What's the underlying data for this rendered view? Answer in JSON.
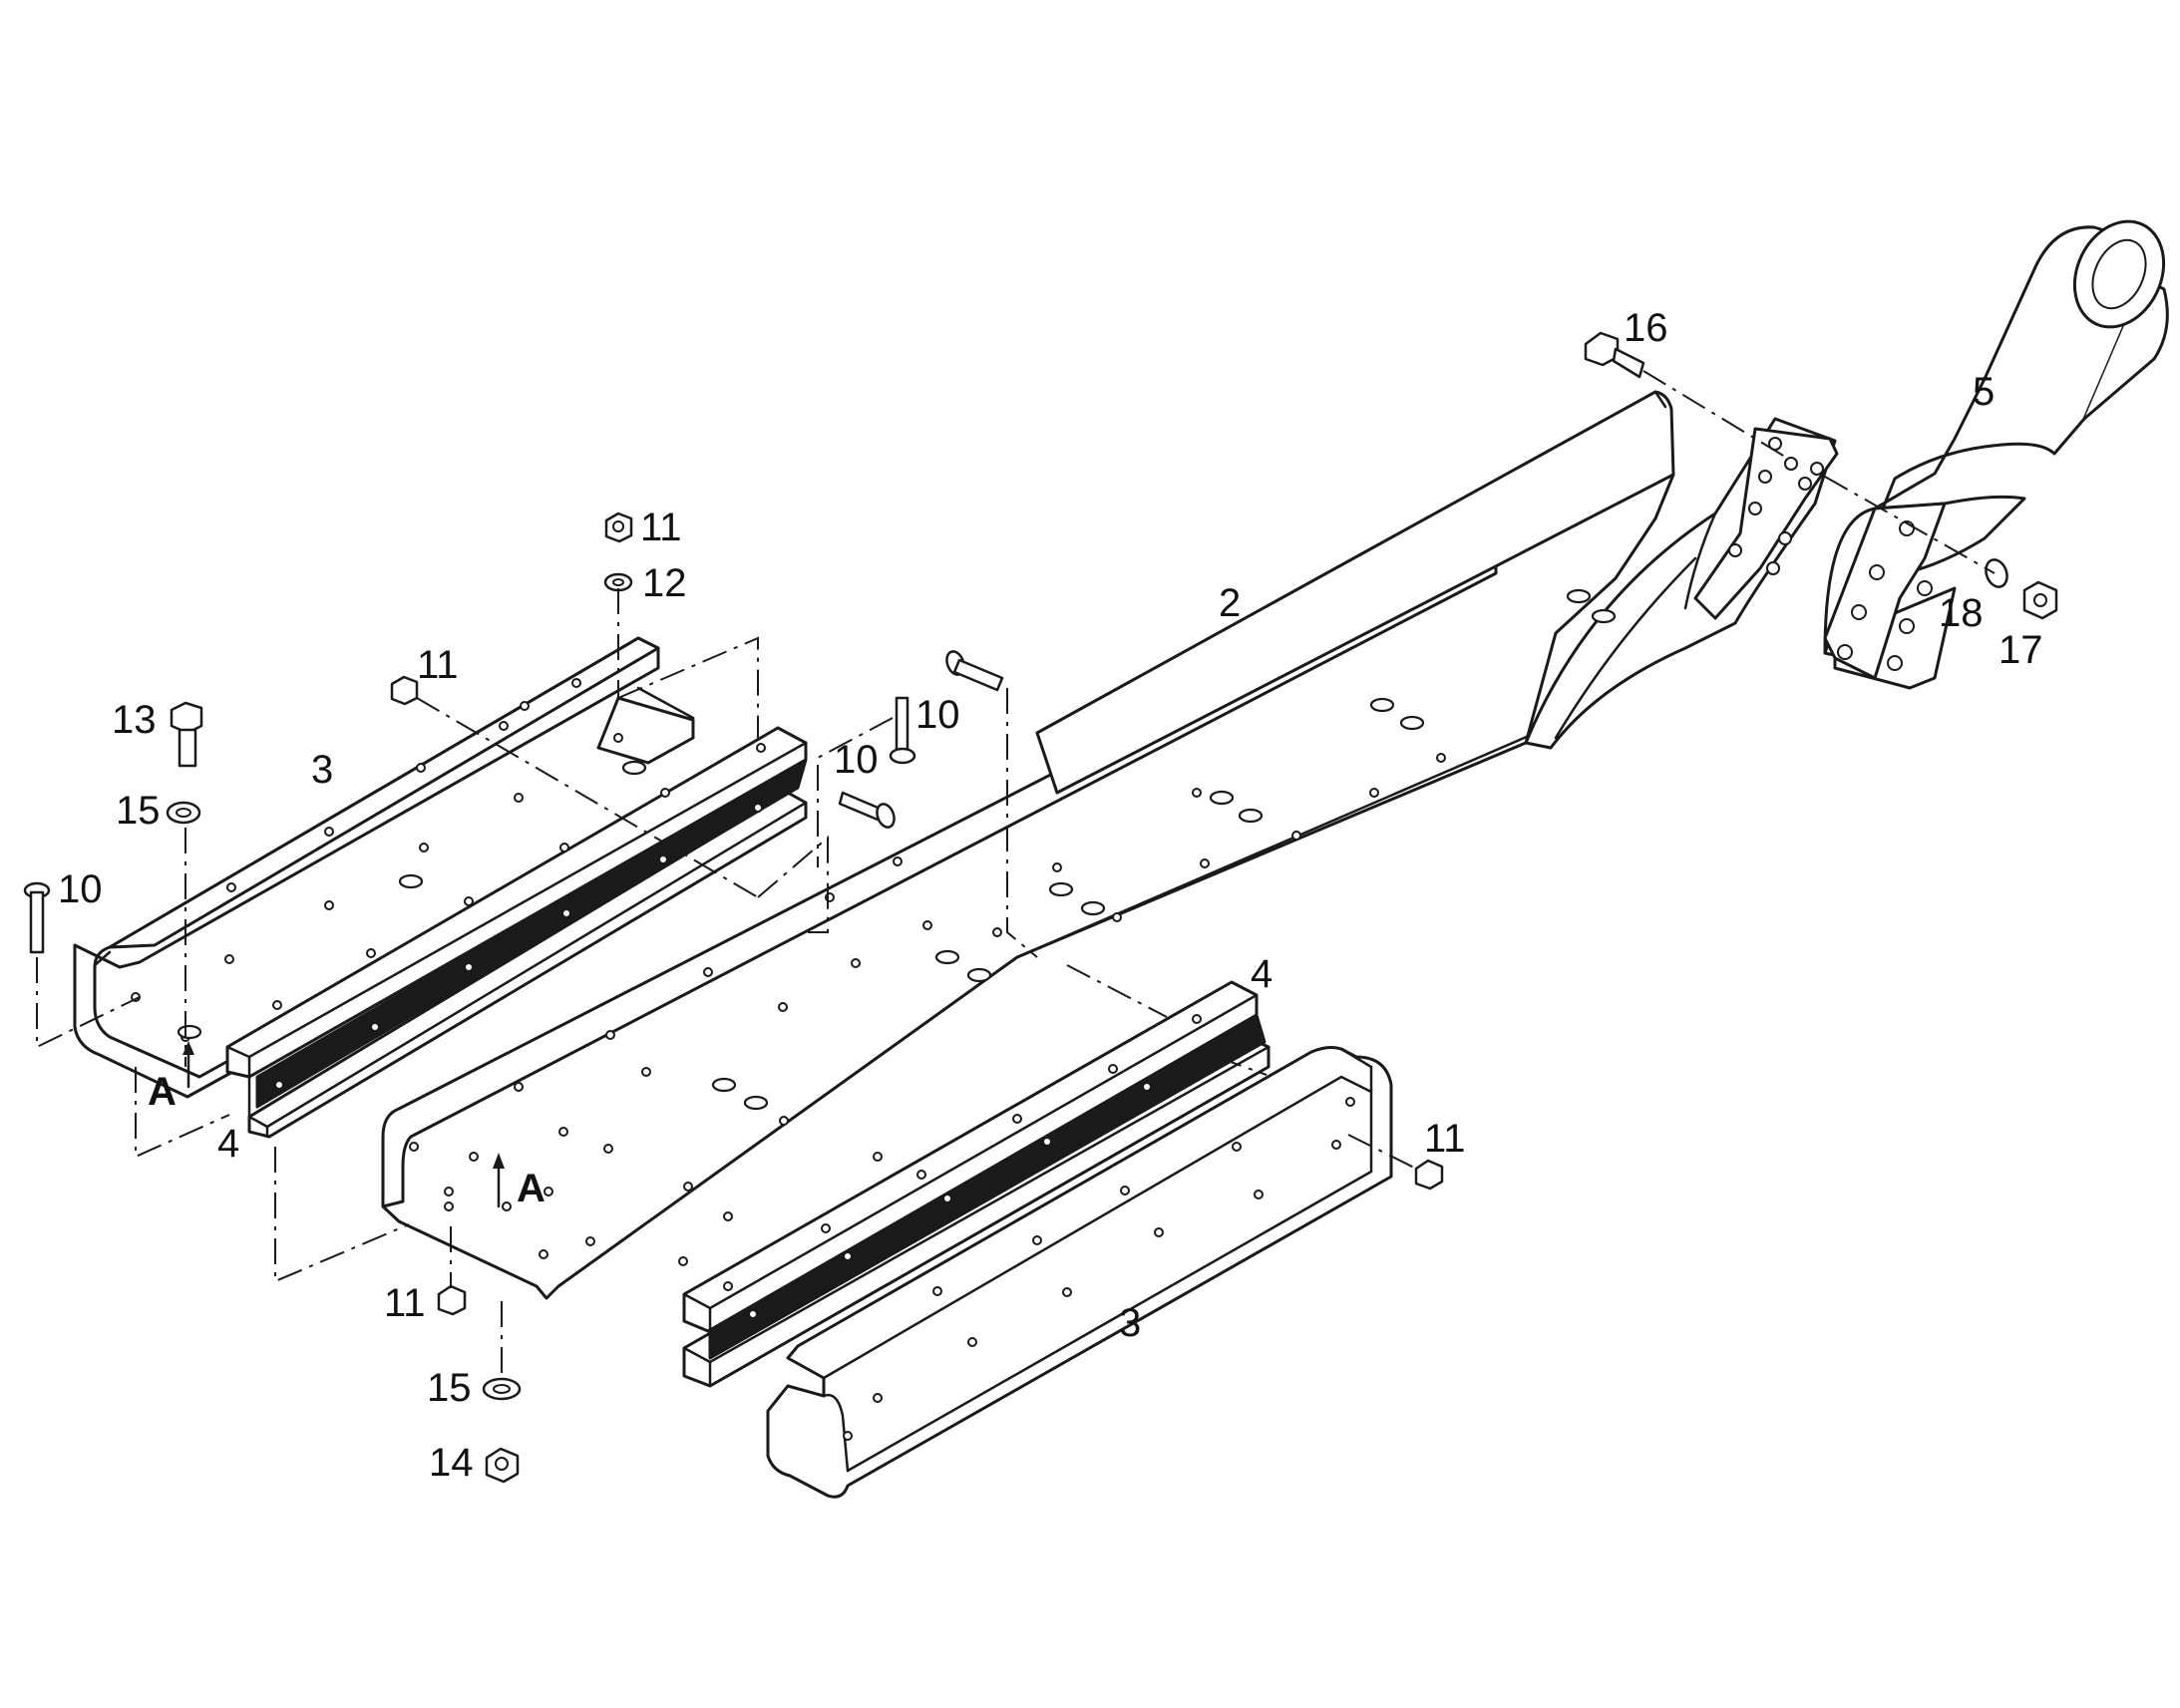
{
  "labels": {
    "p2": "2",
    "p3_left": "3",
    "p3_right": "3",
    "p4_left": "4",
    "p4_right": "4",
    "p5": "5",
    "p10_a": "10",
    "p10_b": "10",
    "p10_c": "10",
    "p11_a": "11",
    "p11_b": "11",
    "p11_c": "11",
    "p11_d": "11",
    "p12": "12",
    "p13": "13",
    "p14": "14",
    "p15_a": "15",
    "p15_b": "15",
    "p16": "16",
    "p17": "17",
    "p18": "18",
    "view_a_1": "A",
    "view_a_2": "A"
  }
}
